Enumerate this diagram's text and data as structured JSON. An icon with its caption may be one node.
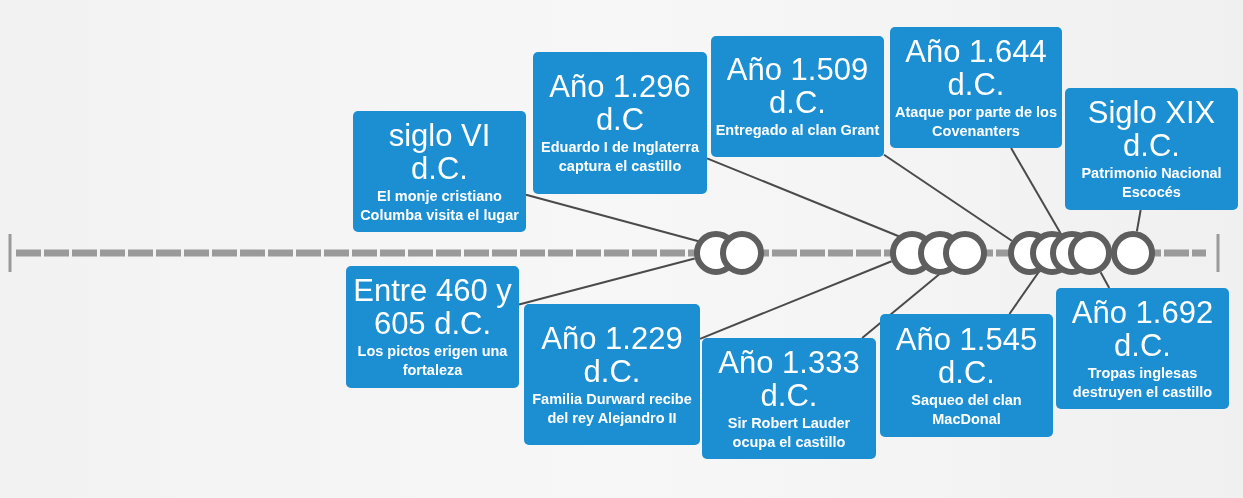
{
  "diagram": {
    "nodes": [
      {
        "text": [
          "siglo VI d.C.",
          "El monje cristiano Columba visita el lugar"
        ]
      },
      {
        "text": [
          "Año 1.296 d.C",
          "Eduardo I de Inglaterra captura el castillo"
        ]
      },
      {
        "text": [
          "Año 1.509 d.C.",
          "Entregado al clan Grant"
        ]
      },
      {
        "text": [
          "Año 1.644 d.C.",
          "Ataque por parte de los Covenanters"
        ]
      },
      {
        "text": [
          "Siglo XIX d.C.",
          "Patrimonio Nacional Escocés"
        ]
      },
      {
        "text": [
          "Entre 460 y 605 d.C.",
          "Los pictos erigen una fortaleza"
        ]
      },
      {
        "text": [
          "Año 1.229 d.C.",
          "Familia Durward recibe del rey Alejandro II"
        ]
      },
      {
        "text": [
          "Año 1.333 d.C.",
          "Sir Robert Lauder ocupa el castillo"
        ]
      },
      {
        "text": [
          "Año 1.545 d.C.",
          "Saqueo del clan MacDonal"
        ]
      },
      {
        "text": [
          "Año 1.692 d.C.",
          "Tropas inglesas destruyen el castillo"
        ]
      },
      {
        "text": [],
        "shape": "circle"
      },
      {
        "text": [],
        "shape": "circle"
      },
      {
        "text": [],
        "shape": "circle"
      },
      {
        "text": [],
        "shape": "circle"
      },
      {
        "text": [],
        "shape": "circle"
      },
      {
        "text": [],
        "shape": "circle"
      },
      {
        "text": [],
        "shape": "circle"
      },
      {
        "text": [],
        "shape": "circle"
      },
      {
        "text": [],
        "shape": "circle"
      },
      {
        "text": [],
        "shape": "circle"
      }
    ],
    "edges": [
      {
        "from": 5,
        "to": 10,
        "arrow": "none"
      },
      {
        "from": 0,
        "to": 11,
        "arrow": "none"
      },
      {
        "from": 6,
        "to": 12,
        "arrow": "none"
      },
      {
        "from": 1,
        "to": 13,
        "arrow": "none"
      },
      {
        "from": 7,
        "to": 14,
        "arrow": "none"
      },
      {
        "from": 2,
        "to": 15,
        "arrow": "none"
      },
      {
        "from": 8,
        "to": 16,
        "arrow": "none"
      },
      {
        "from": 3,
        "to": 17,
        "arrow": "none"
      },
      {
        "from": 9,
        "to": 18,
        "arrow": "none"
      },
      {
        "from": 4,
        "to": 19,
        "arrow": "none"
      }
    ]
  }
}
